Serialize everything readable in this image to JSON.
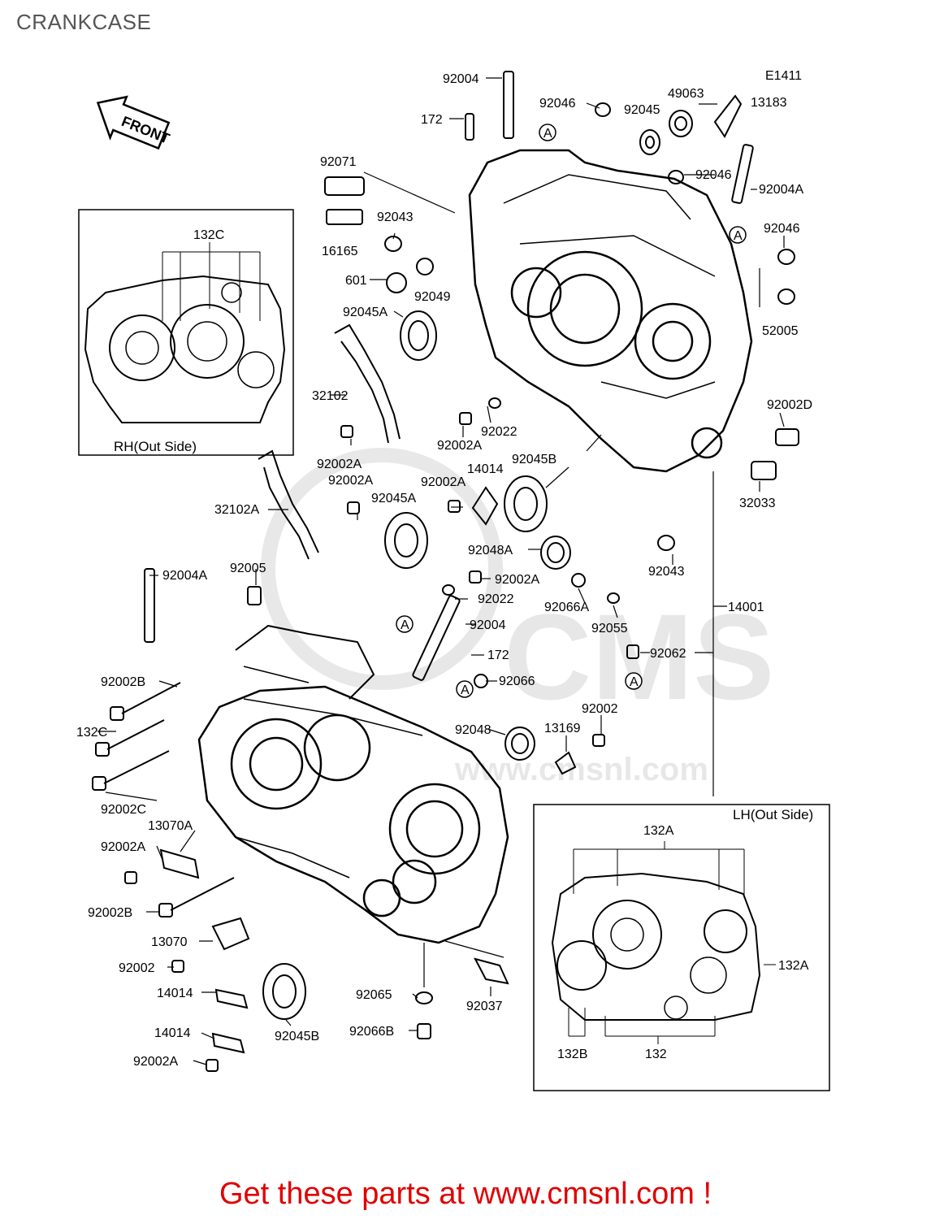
{
  "title": "CRANKCASE",
  "diagram_code": "E1411",
  "front_label": "FRONT",
  "rh_box_label": "RH(Out Side)",
  "lh_box_label": "LH(Out Side)",
  "ref_marker": "A",
  "labels": {
    "p92004_top": "92004",
    "p172_top": "172",
    "p92046_top": "92046",
    "p92045_top": "92045",
    "p49063": "49063",
    "p13183": "13183",
    "p92046_r1": "92046",
    "p92004A_r": "92004A",
    "p92071": "92071",
    "p16165": "16165",
    "p92043_l": "92043",
    "p601": "601",
    "p92049": "92049",
    "p92045A_l": "92045A",
    "p92046_r2": "92046",
    "p52005": "52005",
    "p32102": "32102",
    "p92022_a": "92022",
    "p92002A_a": "92002A",
    "p92002A_b": "92002A",
    "p92002D": "92002D",
    "p32033": "32033",
    "p14014_a": "14014",
    "p92045B_a": "92045B",
    "p92002A_c": "92002A",
    "p92002A_d": "92002A",
    "p92045A_m": "92045A",
    "p32102A": "32102A",
    "p92048A": "92048A",
    "p92043_r": "92043",
    "p92004A_l": "92004A",
    "p92005": "92005",
    "p92002A_e": "92002A",
    "p92022_b": "92022",
    "p92066A": "92066A",
    "p92055": "92055",
    "p14001": "14001",
    "p92004_m": "92004",
    "p172_m": "172",
    "p92062": "92062",
    "p92066": "92066",
    "p92002B_a": "92002B",
    "p132C_l": "132C",
    "p92002C": "92002C",
    "p92048": "92048",
    "p13169": "13169",
    "p92002_a": "92002",
    "p13070A": "13070A",
    "p92002A_f": "92002A",
    "p92002B_b": "92002B",
    "p13070": "13070",
    "p92002_b": "92002",
    "p14014_b": "14014",
    "p14014_c": "14014",
    "p92002A_g": "92002A",
    "p92045B_b": "92045B",
    "p92065": "92065",
    "p92066B": "92066B",
    "p92037": "92037",
    "p132C_box": "132C",
    "p132A_top": "132A",
    "p132A_r": "132A",
    "p132B": "132B",
    "p132": "132"
  },
  "watermark": "CMS",
  "watermark_site": "www.cmsnl.com",
  "footer_text": "Get these parts at www.cmsnl.com !"
}
